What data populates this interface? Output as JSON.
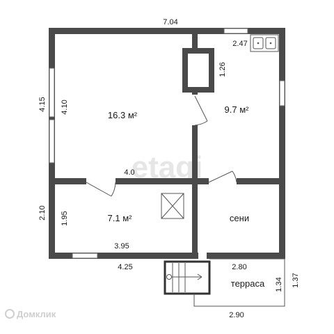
{
  "plan": {
    "dimensions": {
      "top_width": "7.04",
      "left_outer_height": "4.15",
      "left_inner_height": "4.10",
      "top_room_width": "4.0",
      "chimney_height": "1.26",
      "kitchen_width": "2.47",
      "lower_outer_height": "2.10",
      "lower_inner_height": "1.95",
      "lower_inner_width": "3.95",
      "lower_outer_width": "4.25",
      "terrace_width_top": "2.80",
      "terrace_inner_height": "1.34",
      "terrace_outer_height": "1.37",
      "terrace_width_bottom": "2.90"
    },
    "rooms": {
      "main_room_area": "16.3 м²",
      "kitchen_area": "9.7 м²",
      "small_room_area": "7.1 м²",
      "entry_label": "сени",
      "terrace_label": "терраса"
    },
    "watermark": "etagi",
    "brand": "Домклик"
  }
}
